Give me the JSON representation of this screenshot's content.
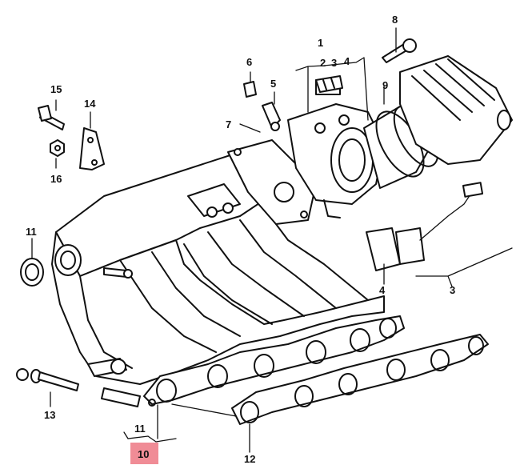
{
  "diagram": {
    "highlight_color": "#f08c96",
    "callouts": [
      {
        "id": "c1",
        "text": "1"
      },
      {
        "id": "c2",
        "text": "2"
      },
      {
        "id": "c3a",
        "text": "3"
      },
      {
        "id": "c4a",
        "text": "4"
      },
      {
        "id": "c5",
        "text": "5"
      },
      {
        "id": "c6",
        "text": "6"
      },
      {
        "id": "c7",
        "text": "7"
      },
      {
        "id": "c8",
        "text": "8"
      },
      {
        "id": "c9",
        "text": "9"
      },
      {
        "id": "c10",
        "text": "10"
      },
      {
        "id": "c11a",
        "text": "11"
      },
      {
        "id": "c11b",
        "text": "11"
      },
      {
        "id": "c12",
        "text": "12"
      },
      {
        "id": "c13",
        "text": "13"
      },
      {
        "id": "c14",
        "text": "14"
      },
      {
        "id": "c15",
        "text": "15"
      },
      {
        "id": "c16",
        "text": "16"
      },
      {
        "id": "c3b",
        "text": "3"
      },
      {
        "id": "c4b",
        "text": "4"
      }
    ]
  }
}
